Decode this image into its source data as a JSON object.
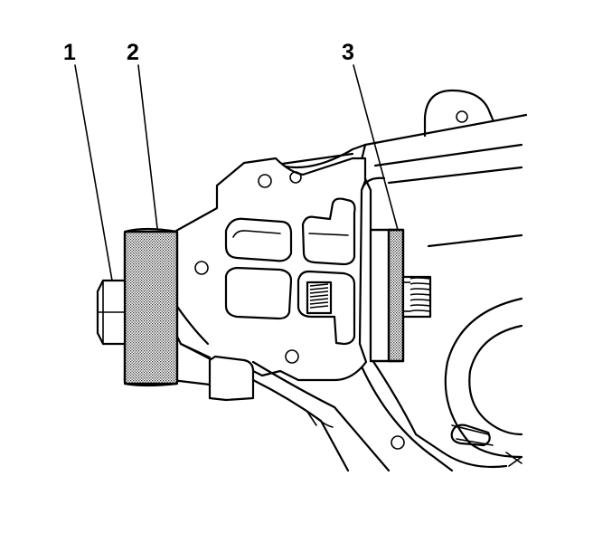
{
  "figure": {
    "callouts": [
      {
        "label": "1"
      },
      {
        "label": "2"
      },
      {
        "label": "3"
      }
    ]
  }
}
